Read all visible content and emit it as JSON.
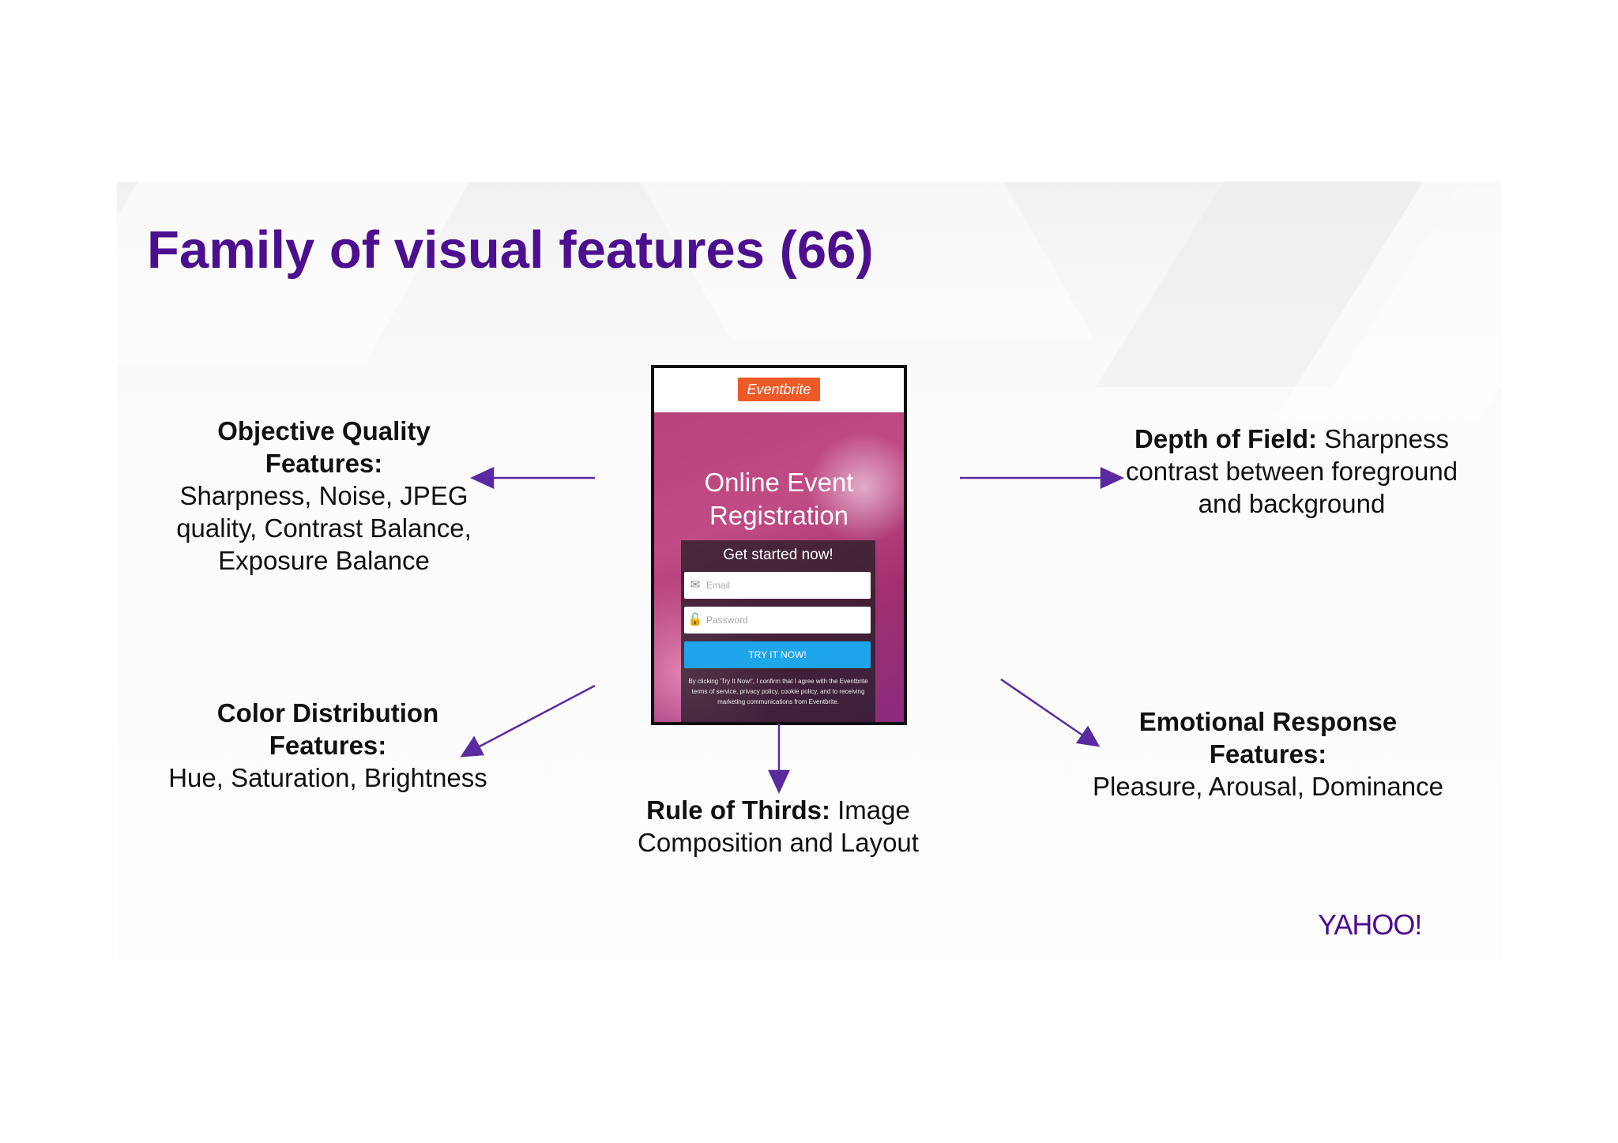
{
  "title": "Family of visual features (66)",
  "center_image": {
    "brand": "Eventbrite",
    "heading_line1": "Online Event",
    "heading_line2": "Registration",
    "panel_heading": "Get started now!",
    "email_placeholder": "Email",
    "password_placeholder": "Password",
    "button_label": "TRY IT NOW!",
    "fine_print": "By clicking 'Try It Now!', I confirm that I agree with the Eventbrite terms of service, privacy policy, cookie policy, and to receiving marketing communications from Eventbrite."
  },
  "features": {
    "objective_quality": {
      "heading": "Objective Quality Features:",
      "items": "Sharpness, Noise, JPEG quality, Contrast Balance, Exposure Balance"
    },
    "color_distribution": {
      "heading": "Color Distribution Features:",
      "items": "Hue, Saturation, Brightness"
    },
    "depth_of_field": {
      "heading": "Depth of Field:",
      "items": "Sharpness contrast between foreground and background"
    },
    "rule_of_thirds": {
      "heading": "Rule of Thirds:",
      "items": "Image Composition and Layout"
    },
    "emotional_response": {
      "heading": "Emotional Response Features:",
      "items": "Pleasure, Arousal, Dominance"
    }
  },
  "logo": "YAHOO!",
  "colors": {
    "title": "#4c0f8f",
    "arrow": "#5a2aa0",
    "brand": "#f05a28",
    "button": "#1fa6ea"
  }
}
